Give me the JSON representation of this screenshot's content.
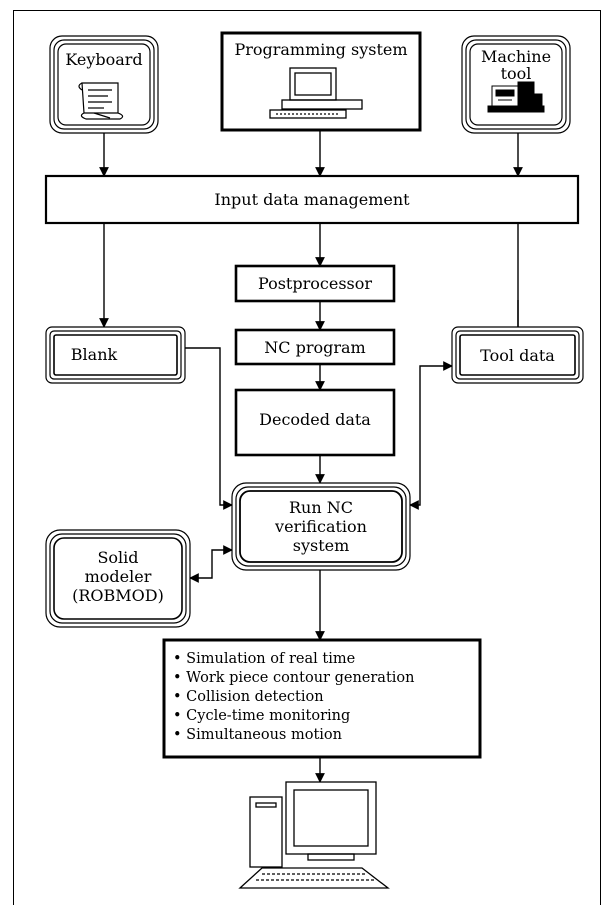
{
  "nodes": {
    "keyboard": "Keyboard",
    "programming_system": "Programming system",
    "machine_tool_line1": "Machine",
    "machine_tool_line2": "tool",
    "input_data_management": "Input data management",
    "postprocessor": "Postprocessor",
    "blank": "Blank",
    "nc_program": "NC program",
    "tool_data": "Tool data",
    "decoded_data": "Decoded data",
    "run_nc_line1": "Run NC",
    "run_nc_line2": "verification",
    "run_nc_line3": "system",
    "solid_modeler_line1": "Solid",
    "solid_modeler_line2": "modeler",
    "solid_modeler_line3": "(ROBMOD)"
  },
  "features": [
    "Simulation of real time",
    "Work piece contour generation",
    "Collision detection",
    "Cycle-time monitoring",
    "Simultaneous motion"
  ],
  "icons": {
    "keyboard": "keyboard-printout-icon",
    "programming_system": "computer-terminal-icon",
    "machine_tool": "machine-tool-icon",
    "output": "desktop-computer-icon"
  }
}
